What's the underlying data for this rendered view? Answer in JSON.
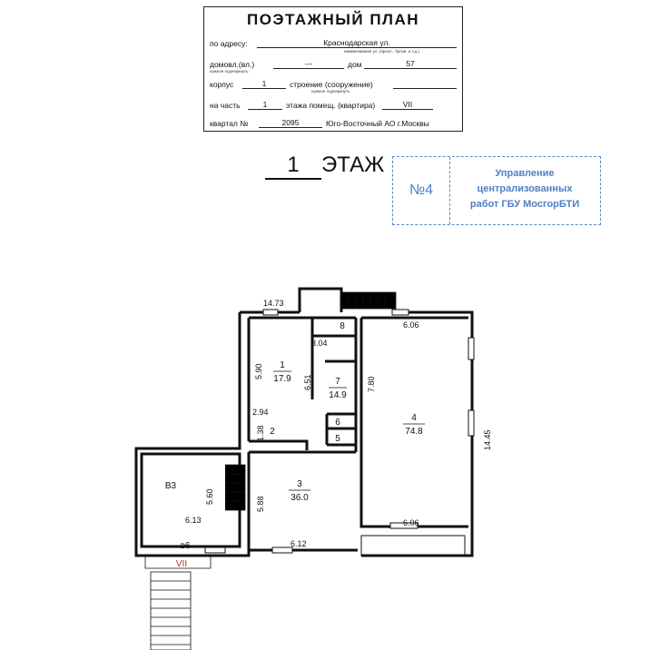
{
  "header": {
    "title": "ПОЭТАЖНЫЙ ПЛАН",
    "address_label": "по адресу:",
    "street": "Краснодарская ул.",
    "street_hint": "наименование ул. (просп., бульв. и т.д.)",
    "domovl_label": "домовл.(вл.)",
    "domovl_hint": "нужное подчеркнуть",
    "domovl_value": "---",
    "dom_label": "дом",
    "dom_value": "57",
    "korpus_label": "корпус",
    "korpus_value": "1",
    "stroenie_label": "строение (сооружение)",
    "stroenie_hint": "нужное подчеркнуть",
    "part_label": "на часть",
    "part_value": "1",
    "floor_label": "этажа помещ. (квартира)",
    "flat_value": "VII",
    "kvartal_label": "квартал №",
    "kvartal_value": "2095",
    "district": "Юго-Восточный АО г.Москвы"
  },
  "floor_title": {
    "number": "1",
    "label": "ЭТАЖ"
  },
  "stamp": {
    "number": "№4",
    "line1": "Управление",
    "line2": "централизованных",
    "line3": "работ ГБУ МосгорБТИ"
  },
  "plan": {
    "dimensions": {
      "top_width": "14.73",
      "room8_width": "3.04",
      "room4_top": "6.06",
      "room4_bottom": "6.06",
      "room1_height": "5.90",
      "room7_height": "6.51",
      "room4_wall": "7.80",
      "room2_width": "2.94",
      "room2_height": "1.38",
      "right_total": "14.45",
      "room3_height": "5.88",
      "room3_width": "6.12",
      "b3_height": "5.60",
      "b3_width": "6.13"
    },
    "rooms": {
      "r1": {
        "num": "1",
        "area": "17.9"
      },
      "r2": {
        "num": "2"
      },
      "r3": {
        "num": "3",
        "area": "36.0"
      },
      "r4": {
        "num": "4",
        "area": "74.8"
      },
      "r5": {
        "num": "5"
      },
      "r6": {
        "num": "6"
      },
      "r7": {
        "num": "7",
        "area": "14.9"
      },
      "r8": {
        "num": "8"
      },
      "b3": {
        "num": "В3"
      },
      "b6": {
        "num": "в6"
      }
    },
    "unit_label": "VII"
  }
}
